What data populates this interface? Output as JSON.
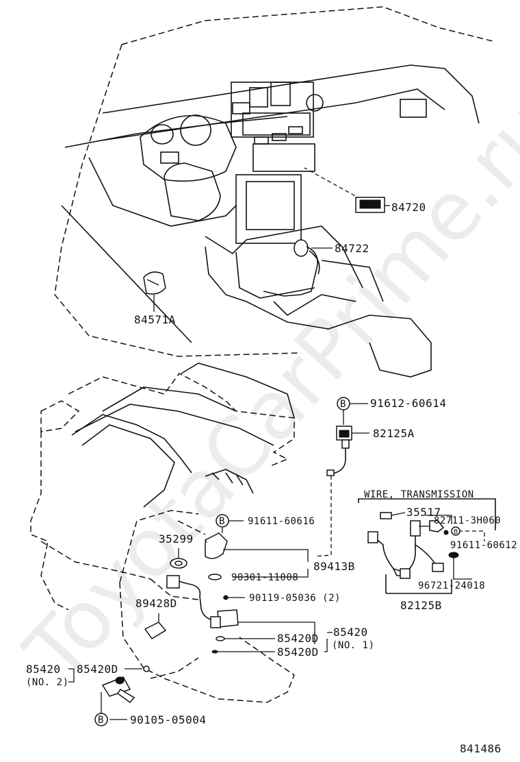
{
  "watermark": "ToyotaCarPrime.ru",
  "figure_id": "841486",
  "group_title": "WIRE, TRANSMISSION",
  "bolt_marker": "B",
  "labels": {
    "p84720": "84720",
    "p84722": "84722",
    "p84571A": "84571A",
    "p91612_60614": "91612-60614",
    "p82125A": "82125A",
    "p35517": "35517",
    "p82711": "82711-3H060",
    "p91611_60612": "91611-60612",
    "p96721": "96721-24018",
    "p82125B": "82125B",
    "p91611_60616": "91611-60616",
    "p35299": "35299",
    "p89413B": "89413B",
    "p90301": "90301-11008",
    "p90119": "90119-05036 (2)",
    "p89428D": "89428D",
    "p85420_no1": "85420",
    "no1": "(NO. 1)",
    "p85420D_a": "85420D",
    "p85420D_b": "85420D",
    "p85420_no2": "85420",
    "no2": "(NO. 2)",
    "p85420D_c": "85420D",
    "p90105": "90105-05004"
  }
}
